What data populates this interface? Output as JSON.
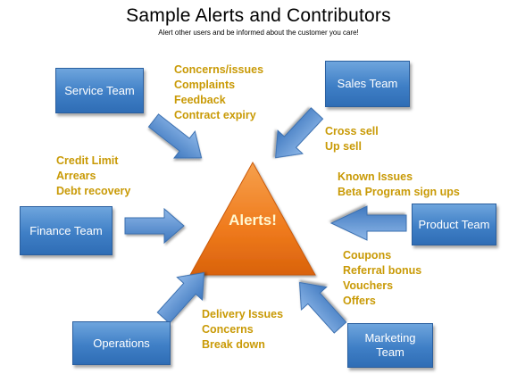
{
  "header": {
    "title": "Sample Alerts and Contributors",
    "subtitle": "Alert other users and be informed about the customer you care!"
  },
  "center": {
    "label": "Alerts!"
  },
  "teams": {
    "service": "Service Team",
    "sales": "Sales Team",
    "finance": "Finance Team",
    "product": "Product Team",
    "operations": "Operations",
    "marketing": "Marketing Team"
  },
  "notes": {
    "service": [
      "Concerns/issues",
      "Complaints",
      "Feedback",
      "Contract expiry"
    ],
    "sales": [
      "Cross sell",
      "Up sell"
    ],
    "finance": [
      "Credit Limit",
      "Arrears",
      "Debt recovery"
    ],
    "product": [
      "Known Issues",
      "Beta Program sign ups"
    ],
    "operations": [
      "Delivery Issues",
      "Concerns",
      "Break down"
    ],
    "marketing": [
      "Coupons",
      "Referral bonus",
      "Vouchers",
      "Offers"
    ]
  },
  "colors": {
    "team_box": "#4a86c8",
    "arrow": "#5b8fd0",
    "note_text": "#c99a06",
    "triangle": "#f07b1e"
  }
}
